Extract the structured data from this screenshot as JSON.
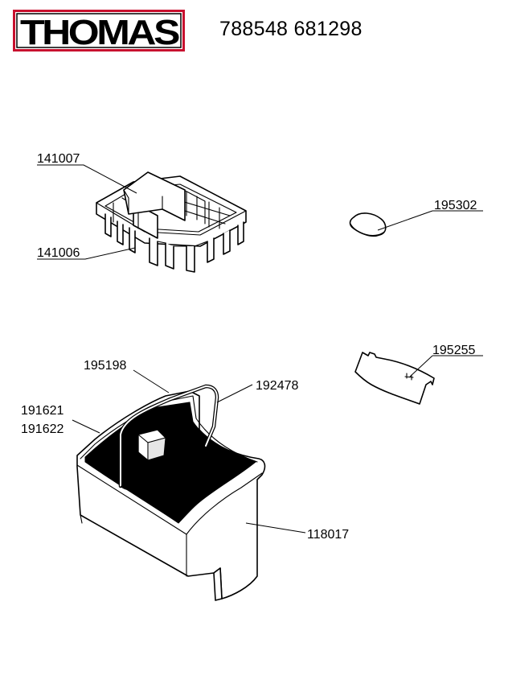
{
  "header": {
    "brand": "THOMAS",
    "model_numbers": "788548 681298"
  },
  "parts": [
    {
      "id": "label-141007",
      "number": "141007"
    },
    {
      "id": "label-141006",
      "number": "141006"
    },
    {
      "id": "label-195302",
      "number": "195302"
    },
    {
      "id": "label-195255",
      "number": "195255"
    },
    {
      "id": "label-195198",
      "number": "195198"
    },
    {
      "id": "label-192478",
      "number": "192478"
    },
    {
      "id": "label-191621",
      "number": "191621"
    },
    {
      "id": "label-191622",
      "number": "191622"
    },
    {
      "id": "label-118017",
      "number": "118017"
    }
  ],
  "colors": {
    "brand_red": "#c8102e",
    "ink": "#000000",
    "paper": "#ffffff"
  }
}
